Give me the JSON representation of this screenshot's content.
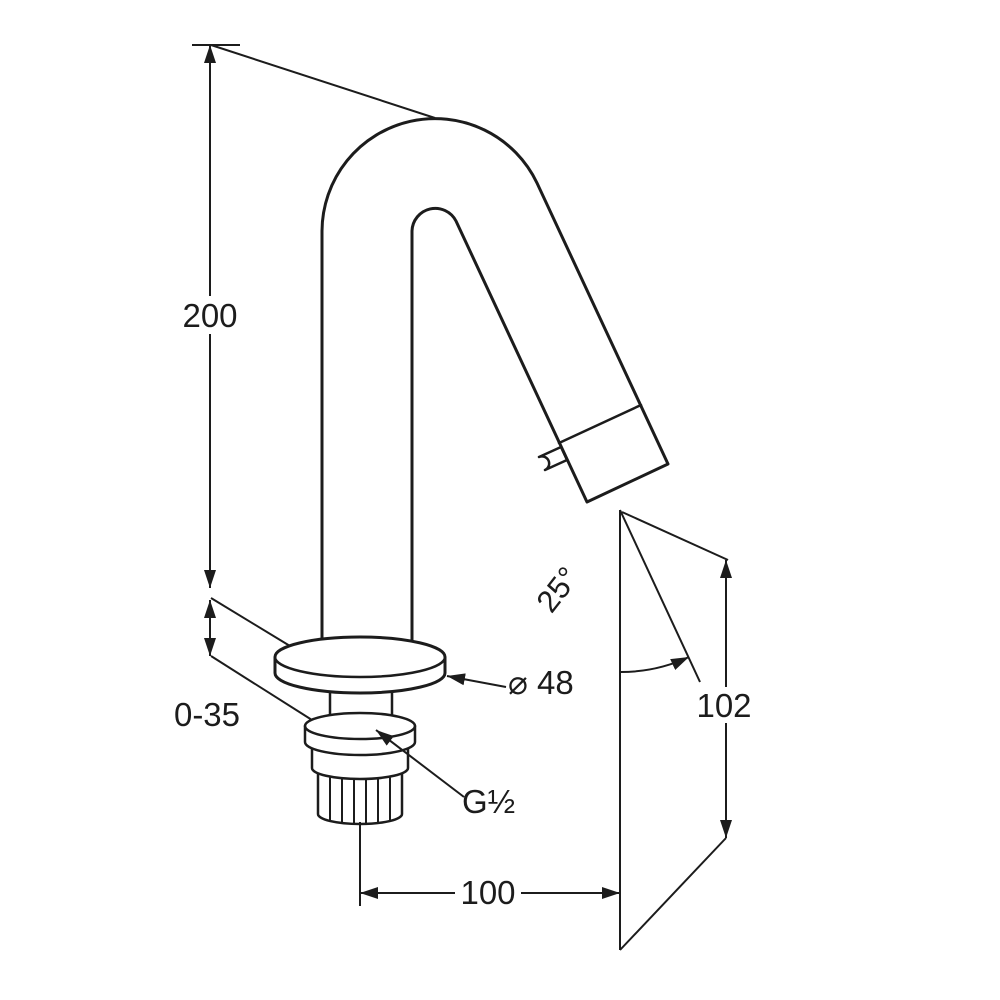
{
  "drawing": {
    "background": "#ffffff",
    "line_color": "#1c1c1c",
    "subject": "pillar-tap-technical-drawing",
    "labels": {
      "total_height": "200",
      "mounting_range": "0-35",
      "flange_diameter": "⌀ 48",
      "thread_size": "G½",
      "spout_reach": "100",
      "outlet_height": "102",
      "spout_angle": "25°"
    }
  }
}
